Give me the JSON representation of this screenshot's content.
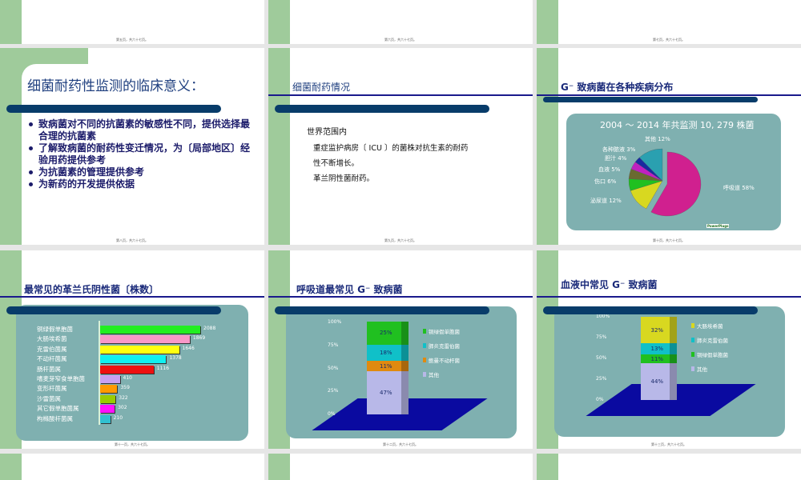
{
  "footers": [
    "第五页，共六十七页。",
    "第六页，共六十七页。",
    "第七页，共六十七页。",
    "第八页，共六十七页。",
    "第九页，共六十七页。",
    "第十页，共六十七页。",
    "第十一页，共六十七页。",
    "第十二页，共六十七页。",
    "第十三页，共六十七页。"
  ],
  "slide8": {
    "title": "细菌耐药性监测的临床意义：",
    "bullets": [
      "致病菌对不同的抗菌素的敏感性不同，提供选择最合理的抗菌素",
      "了解致病菌的耐药性变迁情况，为〔局部地区〕经验用药提供参考",
      "为抗菌素的管理提供参考",
      "为新药的开发提供依据"
    ]
  },
  "slide9": {
    "title": "细菌耐药情况",
    "lines": [
      "世界范围内",
      "重症监护病房〔 ICU 〕的菌株对抗生素的耐药",
      "性不断增长。",
      "革兰阴性菌耐药。"
    ]
  },
  "slide10": {
    "title": "G⁻  致病菌在各种疾病分布",
    "logo": "PowerPlugs"
  },
  "slide11": {
    "title": "最常见的革兰氏阴性菌〔株数〕"
  },
  "slide12": {
    "title": "呼吸道最常见 G⁻ 致病菌"
  },
  "slide13": {
    "title": "血液中常见 G⁻ 致病菌"
  },
  "chart_data": [
    {
      "type": "pie",
      "title": "2004 ～ 2014 年共监测 10, 279 株菌",
      "categories": [
        "呼吸道",
        "泌尿道",
        "伤口",
        "血液",
        "胆汁",
        "各种脓液",
        "其他"
      ],
      "values": [
        58,
        12,
        6,
        5,
        4,
        3,
        12
      ],
      "labels": [
        "呼吸道 58%",
        "泌尿道 12%",
        "伤口 6%",
        "血液 5%",
        "胆汁 4%",
        "各种脓液 3%",
        "其他 12%"
      ],
      "colors": [
        "#d0208f",
        "#d8d820",
        "#20c020",
        "#6a6a30",
        "#c020c0",
        "#1a2aa0",
        "#2aa0b0"
      ]
    },
    {
      "type": "bar",
      "orientation": "horizontal",
      "categories": [
        "铜绿假单胞菌",
        "大肠埃希菌",
        "克雷伯菌属",
        "不动杆菌属",
        "肠杆菌属",
        "嗜麦芽窄食单胞菌",
        "变形杆菌属",
        "沙雷菌属",
        "其它假单胞菌属",
        "枸橼酸杆菌属"
      ],
      "values": [
        2088,
        1869,
        1646,
        1378,
        1116,
        410,
        359,
        322,
        302,
        210
      ],
      "colors": [
        "#22ee22",
        "#f898c8",
        "#ffff10",
        "#10f0f0",
        "#ee1010",
        "#c8a0f0",
        "#ff9900",
        "#99cc00",
        "#ff10ff",
        "#30c0d0"
      ]
    },
    {
      "type": "bar",
      "stacked": true,
      "yticks": [
        "0%",
        "25%",
        "50%",
        "75%",
        "100%"
      ],
      "series": [
        {
          "name": "其他",
          "value": 47,
          "label": "47%",
          "color": "#b8b8e8"
        },
        {
          "name": "鲍曼不动杆菌",
          "value": 11,
          "label": "11%",
          "color": "#e08a10"
        },
        {
          "name": "肺炎克雷伯菌",
          "value": 18,
          "label": "18%",
          "color": "#10c0c8"
        },
        {
          "name": "铜绿假单胞菌",
          "value": 25,
          "label": "25%",
          "color": "#20c020"
        }
      ]
    },
    {
      "type": "bar",
      "stacked": true,
      "yticks": [
        "0%",
        "25%",
        "50%",
        "75%",
        "100%"
      ],
      "series": [
        {
          "name": "其他",
          "value": 44,
          "label": "44%",
          "color": "#b8b8e8"
        },
        {
          "name": "铜绿假单胞菌",
          "value": 11,
          "label": "11%",
          "color": "#20c020"
        },
        {
          "name": "肺炎克雷伯菌",
          "value": 13,
          "label": "13%",
          "color": "#10c0c8"
        },
        {
          "name": "大肠埃希菌",
          "value": 32,
          "label": "32%",
          "color": "#d8d820"
        }
      ]
    }
  ]
}
